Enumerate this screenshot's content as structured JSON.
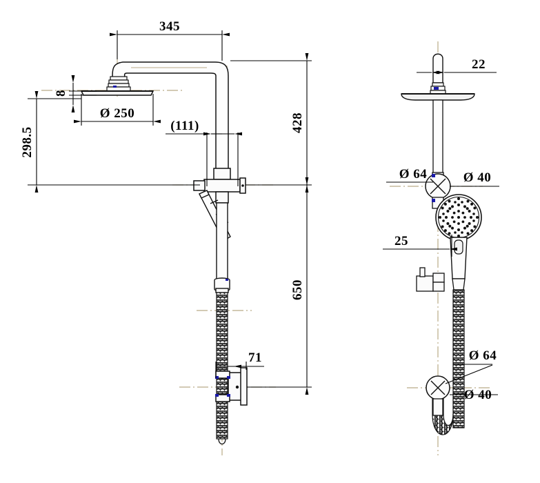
{
  "drawing": {
    "title": "Shower Column Assembly Technical Drawing",
    "type": "engineering-dimensioned-drawing",
    "units": "mm",
    "background_color": "#ffffff",
    "line_color": "#000000",
    "centerline_color": "#b9ab86",
    "accent_color": "#1a1aa8",
    "views": [
      {
        "id": "front",
        "label": ""
      },
      {
        "id": "side",
        "label": ""
      }
    ]
  },
  "dimensions": {
    "arm_reach": "345",
    "rain_head_thickness": "8",
    "rain_head_diameter": "Ø 250",
    "head_to_diverter_height": "298.5",
    "riser_offset_ref": "(111)",
    "upper_riser_height": "428",
    "lower_riser_height": "650",
    "wall_bracket_projection": "71",
    "side_arm_width": "22",
    "side_handset_offset": "25",
    "diverter_body_diameter_top": "Ø 64",
    "diverter_outlet_diameter_top": "Ø 40",
    "outlet_body_diameter_bottom": "Ø 64",
    "outlet_pipe_diameter_bottom": "Ø 40"
  },
  "labels": {
    "d345": "345",
    "d8": "8",
    "d250": "Ø 250",
    "d298_5": "298.5",
    "d111": "(111)",
    "d428": "428",
    "d650": "650",
    "d71": "71",
    "d22": "22",
    "d25": "25",
    "d64_top": "Ø 64",
    "d40_top": "Ø 40",
    "d64_bottom": "Ø 64",
    "d40_bottom": "Ø 40"
  }
}
